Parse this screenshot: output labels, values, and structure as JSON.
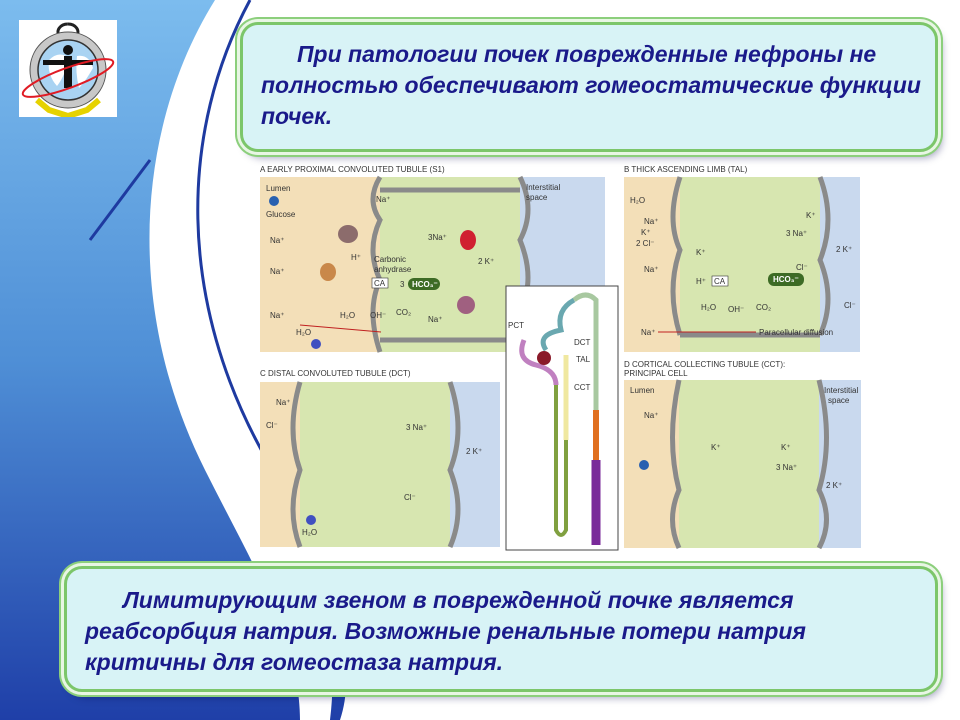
{
  "slide": {
    "top_text": "При патологии почек поврежденные нефроны не полностью обеспечивают гомеостатические функции почек.",
    "bottom_text": "Лимитирующим  звеном в поврежденной почке  является реабсорбция натрия. Возможные ренальные потери натрия критичны для гомеостаза натрия."
  },
  "figure": {
    "panel_a": {
      "title": "A   EARLY PROXIMAL CONVOLUTED TUBULE (S1)",
      "lumen": "Lumen",
      "interstitial": "Interstitial",
      "space": "space",
      "glucose": "Glucose",
      "na": "Na⁺",
      "three_na": "3Na⁺",
      "two_k": "2 K⁺",
      "h": "H⁺",
      "carbonic": "Carbonic",
      "anhydrase": "anhydrase",
      "ca": "CA",
      "hco3_count": "3",
      "hco3": "HCO₃⁻",
      "h2o": "H₂O",
      "oh": "OH⁻",
      "co2": "CO₂"
    },
    "panel_b": {
      "title": "B   THICK ASCENDING LIMB (TAL)",
      "h2o": "H₂O",
      "na": "Na⁺",
      "k": "K⁺",
      "two_cl": "2 Cl⁻",
      "three_na": "3 Na⁺",
      "two_k": "2 K⁺",
      "h": "H⁺",
      "ca": "CA",
      "hco3": "HCO₃⁻",
      "cl": "Cl⁻",
      "oh": "OH⁻",
      "co2": "CO₂",
      "paracellular": "Paracellular diffusion"
    },
    "panel_c": {
      "title": "C   DISTAL CONVOLUTED TUBULE (DCT)",
      "na": "Na⁺",
      "cl": "Cl⁻",
      "three_na": "3 Na⁺",
      "two_k": "2 K⁺",
      "h2o": "H₂O"
    },
    "panel_d": {
      "title": "D   CORTICAL COLLECTING TUBULE (CCT):",
      "title2": "PRINCIPAL CELL",
      "lumen": "Lumen",
      "interstitial": "Interstitial",
      "space": "space",
      "na": "Na⁺",
      "k": "K⁺",
      "three_na": "3 Na⁺",
      "two_k": "2 K⁺"
    },
    "nephron": {
      "pct": "PCT",
      "dct": "DCT",
      "tal": "TAL",
      "cct": "CCT"
    }
  },
  "colors": {
    "text": "#1a1a8a",
    "box_fill": "#d8f3f6",
    "box_border": "#7cc66a",
    "lumen": "#f3dfb8",
    "cell": "#d7e6b0",
    "interstitium": "#c9d9ee"
  }
}
